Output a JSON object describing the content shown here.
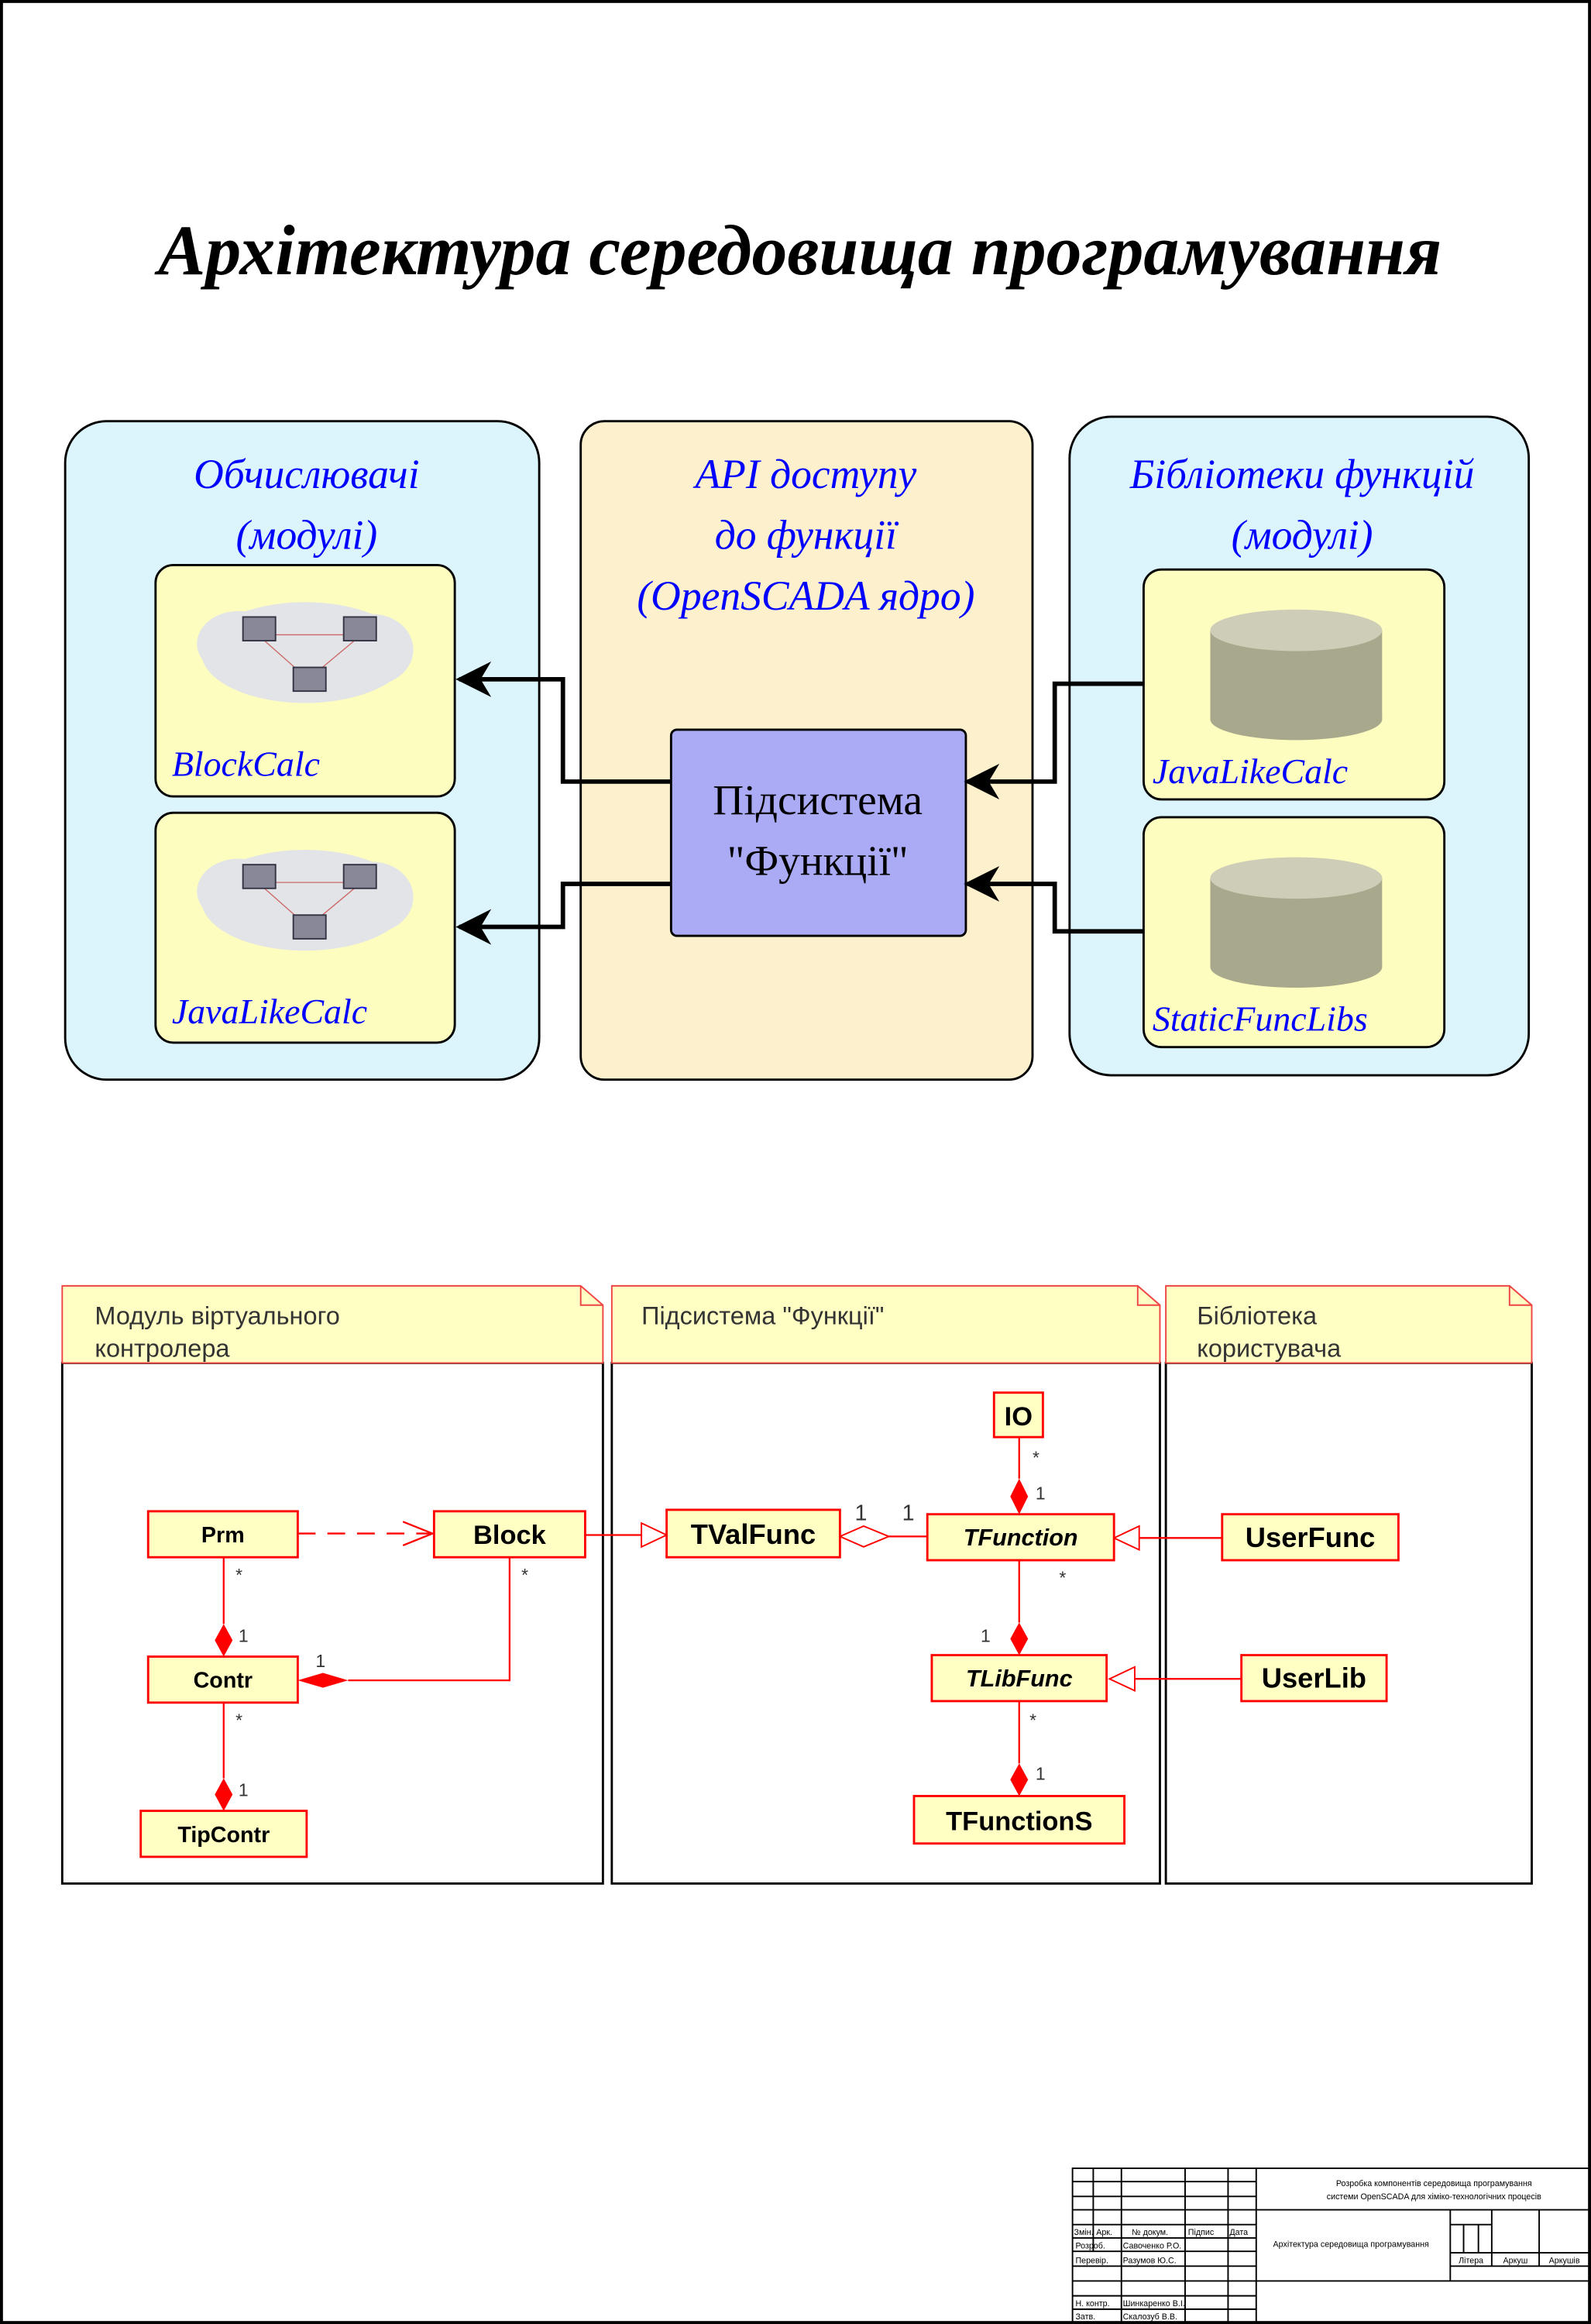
{
  "title": "Архітектура середовища програмування",
  "architecture": {
    "calculators": {
      "title_line1": "Обчислювачі",
      "title_line2": "(модулі)",
      "modules": [
        "BlockCalc",
        "JavaLikeCalc"
      ],
      "icon": "network-cloud-icon"
    },
    "api": {
      "line1": "API доступу",
      "line2": "до функції",
      "line3": "(OpenSCADA ядро)",
      "subsystem_line1": "Підсистема",
      "subsystem_line2": "\"Функції\""
    },
    "libraries": {
      "title_line1": "Бібліотеки функцій",
      "title_line2": "(модулі)",
      "modules": [
        "JavaLikeCalc",
        "StaticFuncLibs"
      ],
      "icon": "database-cylinder-icon"
    },
    "colors": {
      "module_panel": "#dcf4fb",
      "api_panel": "#fdf0cc",
      "inner_box": "#fdfdc0",
      "subsystem": "#aaaaf5",
      "label": "#0000ff"
    }
  },
  "uml": {
    "packages": [
      {
        "line1": "Модуль віртуального",
        "line2": "контролера"
      },
      {
        "line1": "Підсистема \"Функції\"",
        "line2": ""
      },
      {
        "line1": "Бібліотека",
        "line2": "користувача"
      }
    ],
    "classes": {
      "prm": "Prm",
      "block": "Block",
      "contr": "Contr",
      "tipcontr": "TipContr",
      "tvalfunc": "TValFunc",
      "io": "IO",
      "tfunction": "TFunction",
      "tlibfunc": "TLibFunc",
      "tfunctions": "TFunctionS",
      "userfunc": "UserFunc",
      "userlib": "UserLib"
    },
    "multiplicity": {
      "many": "*",
      "one": "1"
    }
  },
  "title_block": {
    "project_line1": "Розробка компонентів середовища програмування",
    "project_line2": "системи OpenSCADA  для хіміко-технологічних процесів",
    "sheet_title": "Архітектура середовища програмування",
    "headers": [
      "Змін.",
      "Арк.",
      "№ докум.",
      "Підпис",
      "Дата"
    ],
    "roles": [
      {
        "role": "Розроб.",
        "name": "Савоченко Р.О."
      },
      {
        "role": "Перевір.",
        "name": "Разумов Ю.С."
      },
      {
        "role": "Н. контр.",
        "name": "Шинкаренко В.І."
      },
      {
        "role": "Затв.",
        "name": "Скалозуб В.В."
      }
    ],
    "litera": "Літера",
    "sheet": "Аркуш",
    "sheets": "Аркушів"
  }
}
